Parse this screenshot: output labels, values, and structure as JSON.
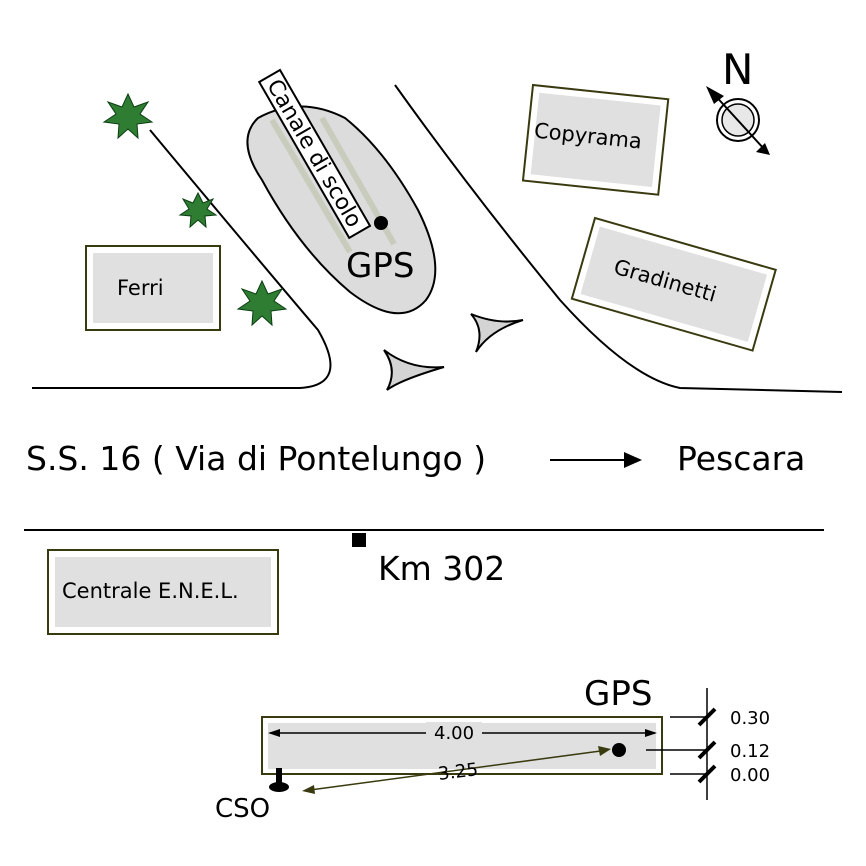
{
  "north_label": "N",
  "road": {
    "label": "S.S. 16 ( Via di Pontelungo )",
    "destination": "Pescara",
    "km_marker": "Km 302"
  },
  "buildings": {
    "ferri": "Ferri",
    "copyrama": "Copyrama",
    "gradinetti": "Gradinetti",
    "centrale": "Centrale E.N.E.L."
  },
  "canal": {
    "label": "Canale di scolo"
  },
  "gps_site_label": "GPS",
  "detail": {
    "gps_label": "GPS",
    "cso_label": "CSO",
    "length": "4.00",
    "distance": "3.25",
    "heights": [
      "0.30",
      "0.12",
      "0.00"
    ]
  },
  "colors": {
    "building_fill": "#e0e0e0",
    "building_border": "#3a3a10",
    "tree": "#2e7d32",
    "canal_stripe": "#c8ccbd",
    "island": "#d9d9d9"
  }
}
